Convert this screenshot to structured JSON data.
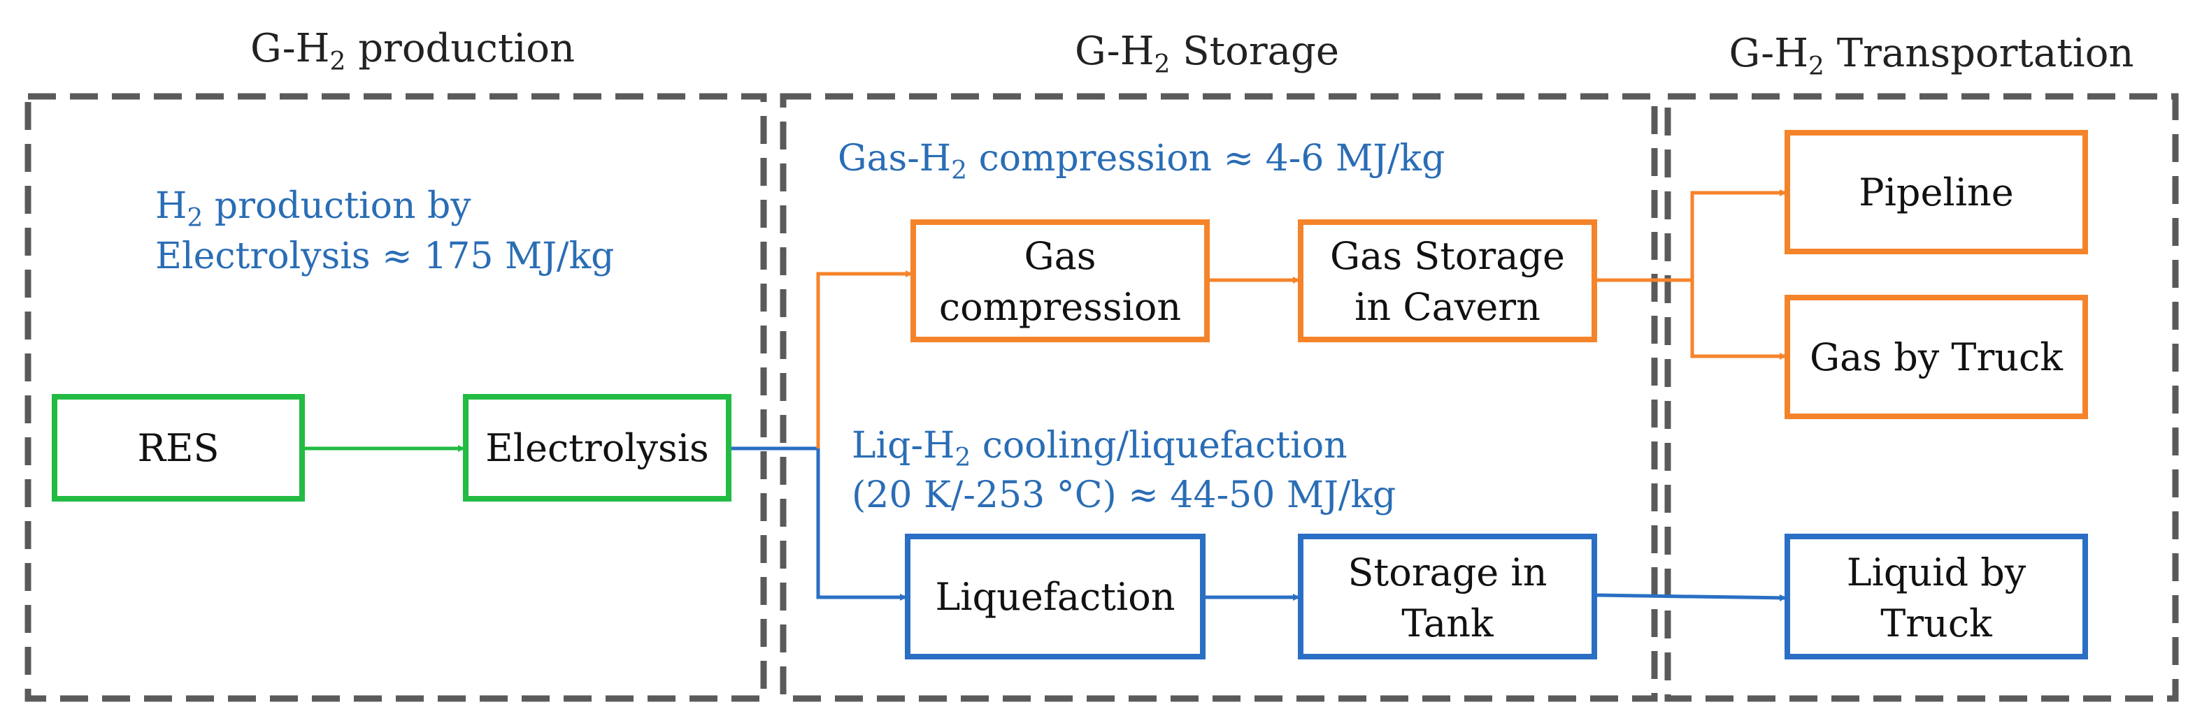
{
  "sections": {
    "production": {
      "title_pre": "G-H",
      "title_sub": "2",
      "title_post": " production"
    },
    "storage": {
      "title_pre": "G-H",
      "title_sub": "2",
      "title_post": " Storage"
    },
    "transportation": {
      "title_pre": "G-H",
      "title_sub": "2",
      "title_post": " Transportation"
    }
  },
  "annotations": {
    "electrolysis_energy": {
      "line1_pre": "H",
      "line1_sub": "2",
      "line1_post": " production by",
      "line2": "Electrolysis ≈ 175 MJ/kg"
    },
    "compression_energy": {
      "pre": "Gas-H",
      "sub": "2",
      "post": " compression ≈ 4-6 MJ/kg"
    },
    "liquefaction_energy": {
      "line1_pre": "Liq-H",
      "line1_sub": "2",
      "line1_post": " cooling/liquefaction",
      "line2": "(20 K/-253 °C)  ≈ 44-50 MJ/kg"
    }
  },
  "nodes": {
    "res": {
      "line1": "RES"
    },
    "electrolysis": {
      "line1": "Electrolysis"
    },
    "gas_compression": {
      "line1": "Gas",
      "line2": "compression"
    },
    "gas_storage": {
      "line1": "Gas Storage",
      "line2": "in Cavern"
    },
    "liquefaction": {
      "line1": "Liquefaction"
    },
    "storage_tank": {
      "line1": "Storage in",
      "line2": "Tank"
    },
    "pipeline": {
      "line1": "Pipeline"
    },
    "gas_truck": {
      "line1": "Gas by Truck"
    },
    "liquid_truck": {
      "line1": "Liquid by",
      "line2": "Truck"
    }
  },
  "colors": {
    "green": "#22bb44",
    "orange": "#f5832a",
    "blue": "#2a6fc4",
    "dash": "#5a5a5a",
    "annotation_text": "#2a6db5"
  }
}
